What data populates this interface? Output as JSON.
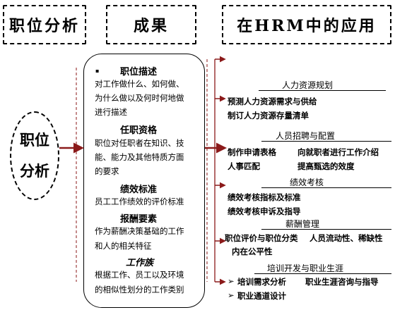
{
  "headers": {
    "analysis": "职位分析",
    "results": "成果",
    "application": "在HRM中的应用"
  },
  "left_oval": {
    "line1": "职位",
    "line2": "分析"
  },
  "results": {
    "bullet": "▪",
    "sec1_title": "职位描述",
    "sec1_lines": [
      "对工作做什么、如何做、",
      "为什么做以及何时何地做",
      "进行描述"
    ],
    "sec2_title": "任职资格",
    "sec2_lines": [
      "职位对任职者在知识、技",
      "能、能力及其他特质方面",
      "的要求"
    ],
    "sec3_title": "绩效标准",
    "sec3_lines": [
      "员工工作绩效的评价标准"
    ],
    "sec4_title": "报酬要素",
    "sec4_lines": [
      "作为薪酬决策基础的工作",
      "和人的相关特征"
    ],
    "sec5_title": "工作族",
    "sec5_lines": [
      "根据工作、员工以及环境",
      "的相似性划分的工作类别"
    ]
  },
  "applications": {
    "g1_title": "人力资源规划",
    "g1_l1": "预测人力资源需求与供给",
    "g1_l2": "制订人力资源存量清单",
    "g2_title": "人员招聘与配置",
    "g2_l1a": "制作申请表格",
    "g2_l1b": "向就职者进行工作介绍",
    "g2_l2a": "人事匹配",
    "g2_l2b": "提高甄选的效度",
    "g3_title": "绩效考核",
    "g3_l1": "绩效考核指标及标准",
    "g3_l2": "绩效考核申诉及指导",
    "g4_title": "薪酬管理",
    "g4_l1a": "职位评价与职位分类",
    "g4_l1b": "人员流动性、稀缺性",
    "g4_l2": "内在公平性",
    "g5_title": "培训开发与职业生涯",
    "g5_l1a": "培训需求分析",
    "g5_l1b": "职业生涯咨询与指导",
    "g5_l2": "职业通道设计",
    "arrow_bullet": "➢"
  },
  "colors": {
    "arrow": "#8b1a1a",
    "line": "#000000"
  }
}
